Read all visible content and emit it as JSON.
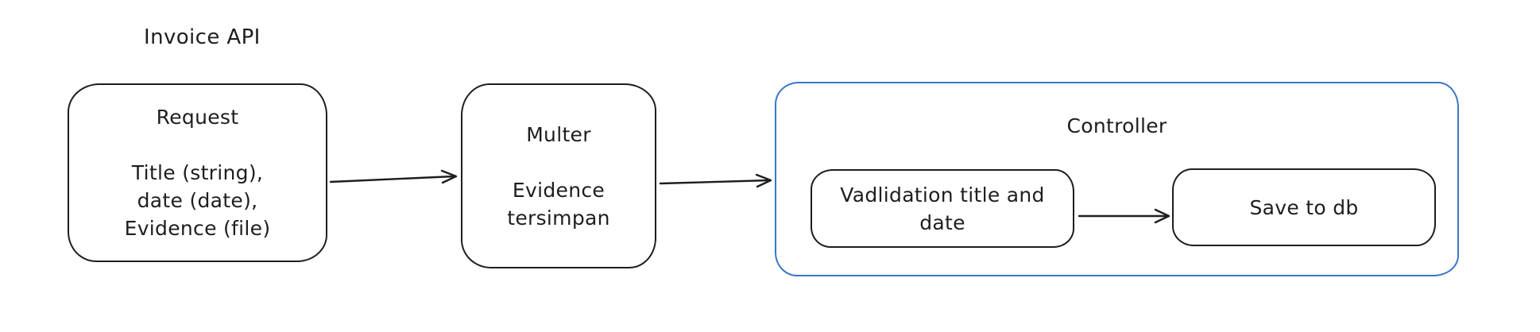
{
  "title": "Invoice API",
  "colors": {
    "stroke": "#1e1e1e",
    "accent": "#3b76c5",
    "canvas": "#ffffff"
  },
  "nodes": {
    "request": {
      "title": "Request",
      "fields": [
        "Title (string),",
        "date (date),",
        "Evidence (file)"
      ]
    },
    "multer": {
      "title": "Multer",
      "fields": [
        "Evidence",
        "tersimpan"
      ]
    },
    "controller": {
      "title": "Controller"
    },
    "validation": {
      "lines": [
        "Vadlidation title and",
        "date"
      ]
    },
    "save_to_db": {
      "label": "Save to db"
    }
  },
  "arrows": [
    {
      "name": "request-to-multer"
    },
    {
      "name": "multer-to-controller"
    },
    {
      "name": "validation-to-save"
    }
  ]
}
